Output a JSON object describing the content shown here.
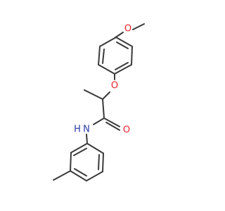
{
  "molecule": {
    "atoms": [
      {
        "symbol": "O",
        "color": "#e8222b"
      },
      {
        "symbol": "O",
        "color": "#e8222b"
      },
      {
        "symbol": "O",
        "color": "#e8222b"
      },
      {
        "symbol": "N",
        "color": "#2d3ba5"
      },
      {
        "symbol": "H",
        "color": "#2d3ba5"
      }
    ],
    "bond_color": "#3a3a3a"
  }
}
